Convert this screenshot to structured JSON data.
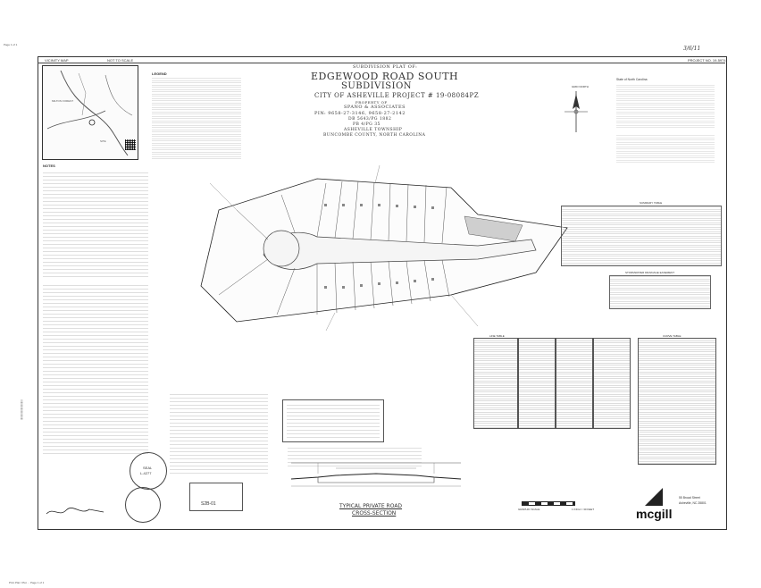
{
  "browser": {
    "page_label": "Page 1 of 1",
    "footer_left": "Print Plat / Plot ... Page 1 of 1"
  },
  "stamp_top_right": "3/6/11",
  "sheet_top_labels": {
    "vicinity_map": "VICINITY MAP",
    "not_to_scale": "NOT TO SCALE",
    "project_no": "PROJECT NO. 19-5974"
  },
  "title": {
    "pre": "SUBDIVISION PLAT OF:",
    "line1": "EDGEWOOD ROAD SOUTH",
    "line2": "SUBDIVISION",
    "project": "CITY OF ASHEVILLE PROJECT # 19-08084PZ",
    "property_of": "PROPERTY OF",
    "owner": "SPANO & ASSOCIATES",
    "pin": "PIN: 9658-27-3146, 9658-27-2142",
    "db": "DB 5643/PG 1882",
    "pb": "PB 4/PG 35",
    "township": "ASHEVILLE TOWNSHIP",
    "county": "BUNCOMBE COUNTY, NORTH CAROLINA"
  },
  "labels": {
    "legend": "LEGEND",
    "notes": "NOTES",
    "north": "GRID NORTH",
    "state_of_nc": "State of North Carolina",
    "typical_road_1": "TYPICAL PRIVATE ROAD",
    "typical_road_2": "CROSS-SECTION",
    "scale_value": "1 INCH = 30 FEET",
    "graphic_scale": "GRAPHIC SCALE",
    "sheet_no": "S2B-01",
    "company": "mcgill",
    "company_address": "55 Broad Street",
    "company_city": "Asheville, NC 28801",
    "table_line": "LINE TABLE",
    "table_curve": "CURVE TABLE",
    "table_summary": "SUMMARY TABLE",
    "table_easement": "STORMWATER DRAINAGE EASEMENT",
    "seal_1": "SEAL",
    "seal_2": "L-4277"
  },
  "colors": {
    "ink": "#333333",
    "paper": "#ffffff",
    "lot_fill": "#f2f2f2",
    "hatched": "#9a9a9a"
  }
}
